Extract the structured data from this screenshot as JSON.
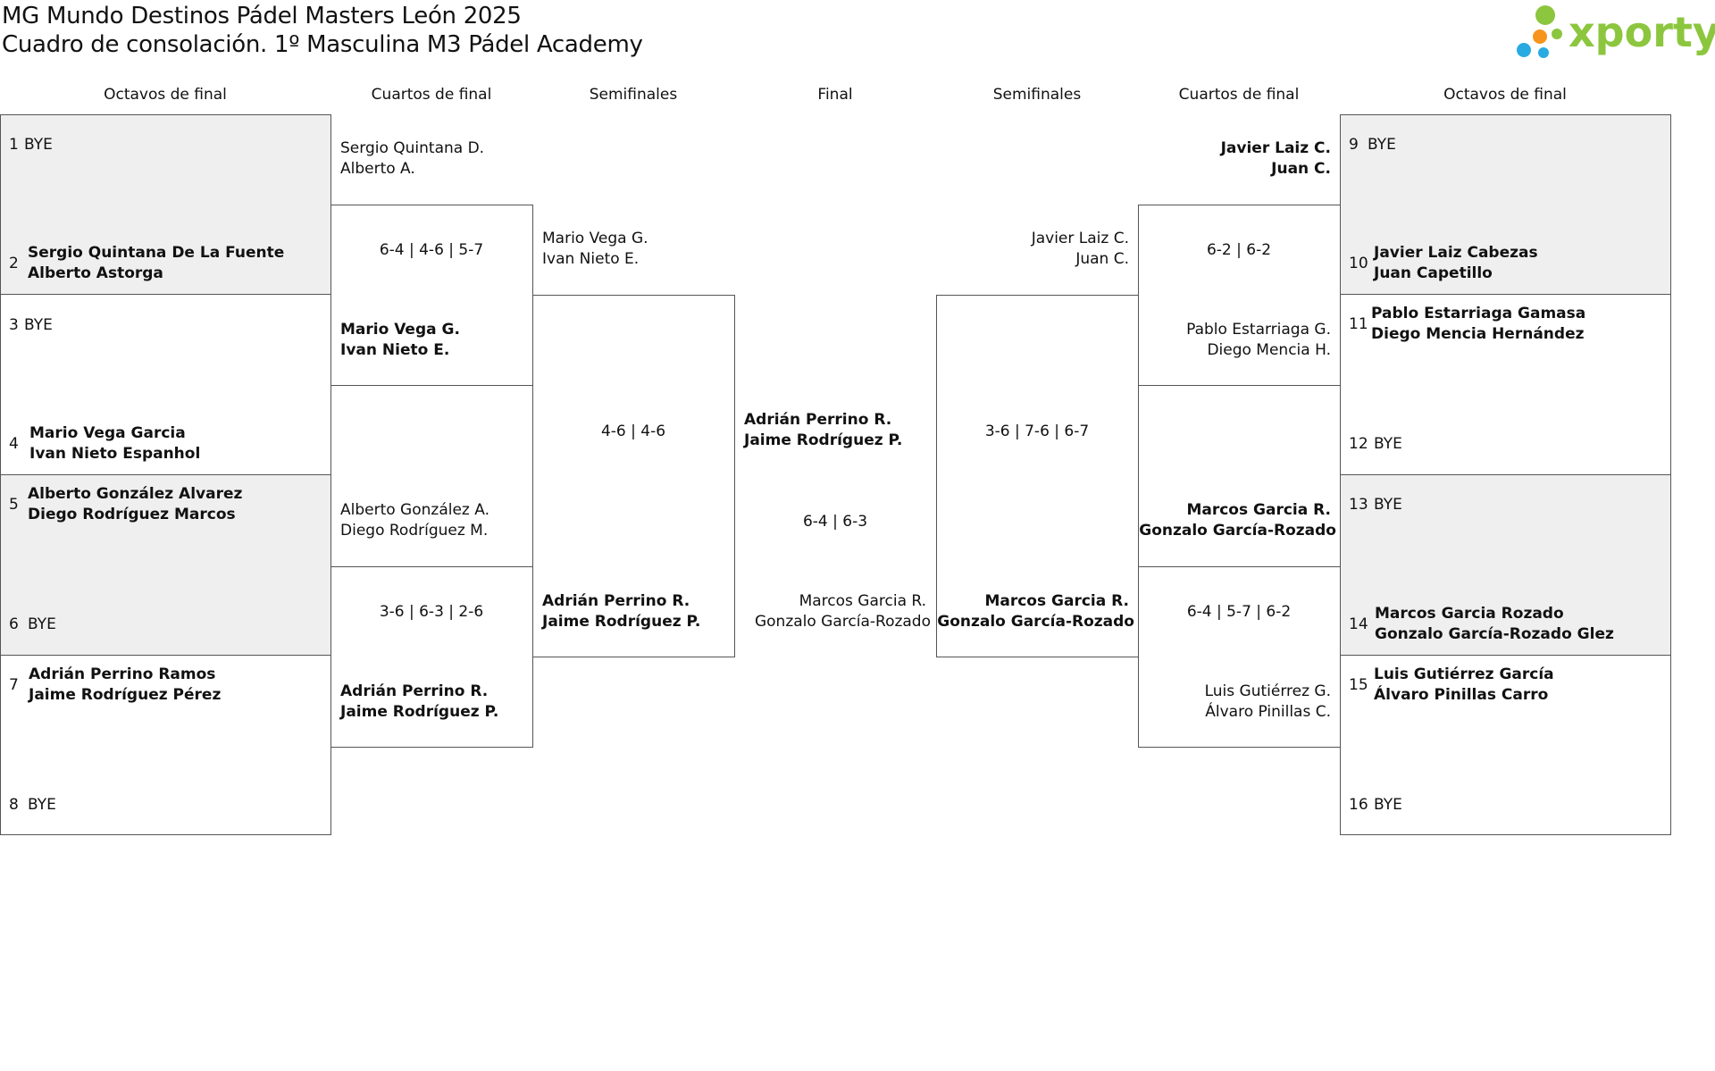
{
  "header": {
    "title_line1": "MG Mundo Destinos Pádel Masters León 2025",
    "title_line2": "Cuadro de consolación. 1º Masculina M3 Pádel Academy",
    "logo_text": "xporty",
    "logo_colors": [
      "#8cc63f",
      "#f7941d",
      "#29abe2"
    ]
  },
  "columns": [
    "Octavos de final",
    "Cuartos de final",
    "Semifinales",
    "Final",
    "Semifinales",
    "Cuartos de final",
    "Octavos de final"
  ],
  "left_r16": [
    {
      "num": "1",
      "p1": "BYE",
      "p2": ""
    },
    {
      "num": "2",
      "p1": "Sergio Quintana De La Fuente",
      "p2": "Alberto Astorga"
    },
    {
      "num": "3",
      "p1": "BYE",
      "p2": ""
    },
    {
      "num": "4",
      "p1": "Mario Vega Garcia",
      "p2": "Ivan Nieto Espanhol"
    },
    {
      "num": "5",
      "p1": "Alberto González Alvarez",
      "p2": "Diego Rodríguez Marcos"
    },
    {
      "num": "6",
      "p1": "BYE",
      "p2": ""
    },
    {
      "num": "7",
      "p1": "Adrián Perrino Ramos",
      "p2": "Jaime Rodríguez Pérez"
    },
    {
      "num": "8",
      "p1": "BYE",
      "p2": ""
    }
  ],
  "right_r16": [
    {
      "num": "9",
      "p1": "BYE",
      "p2": ""
    },
    {
      "num": "10",
      "p1": "Javier Laiz Cabezas",
      "p2": "Juan Capetillo"
    },
    {
      "num": "11",
      "p1": "Pablo Estarriaga Gamasa",
      "p2": "Diego Mencia Hernández"
    },
    {
      "num": "12",
      "p1": "BYE",
      "p2": ""
    },
    {
      "num": "13",
      "p1": "BYE",
      "p2": ""
    },
    {
      "num": "14",
      "p1": "Marcos Garcia Rozado",
      "p2": "Gonzalo García-Rozado Glez"
    },
    {
      "num": "15",
      "p1": "Luis Gutiérrez García",
      "p2": "Álvaro Pinillas Carro"
    },
    {
      "num": "16",
      "p1": "BYE",
      "p2": ""
    }
  ],
  "left_qf": [
    {
      "top": [
        "Sergio Quintana D.",
        "Alberto A."
      ],
      "score": "6-4 | 4-6 | 5-7",
      "bottom": [
        "Mario Vega G.",
        "Ivan Nieto E."
      ]
    },
    {
      "top": [
        "Alberto González A.",
        "Diego Rodríguez M."
      ],
      "score": "3-6 | 6-3 | 2-6",
      "bottom": [
        "Adrián Perrino R.",
        "Jaime Rodríguez P."
      ]
    }
  ],
  "left_sf": {
    "top": [
      "Mario Vega G.",
      "Ivan Nieto E."
    ],
    "score": "4-6 | 4-6",
    "bottom": [
      "Adrián Perrino R.",
      "Jaime Rodríguez P."
    ]
  },
  "final": {
    "top": [
      "Adrián Perrino R.",
      "Jaime Rodríguez P."
    ],
    "score": "6-4 | 6-3",
    "bottom": [
      "Marcos Garcia R.",
      "Gonzalo García-Rozado"
    ]
  },
  "right_sf": {
    "top": [
      "Javier Laiz C.",
      "Juan C."
    ],
    "score": "3-6 | 7-6 | 6-7",
    "bottom": [
      "Marcos Garcia R.",
      "Gonzalo García-Rozado"
    ]
  },
  "right_qf": [
    {
      "top": [
        "Javier Laiz C.",
        "Juan C."
      ],
      "score": "6-2 | 6-2",
      "bottom": [
        "Pablo Estarriaga G.",
        "Diego Mencia H."
      ]
    },
    {
      "top": [
        "Marcos Garcia R.",
        "Gonzalo García-Rozado"
      ],
      "score": "6-4 | 5-7 | 6-2",
      "bottom": [
        "Luis Gutiérrez G.",
        "Álvaro Pinillas C."
      ]
    }
  ]
}
